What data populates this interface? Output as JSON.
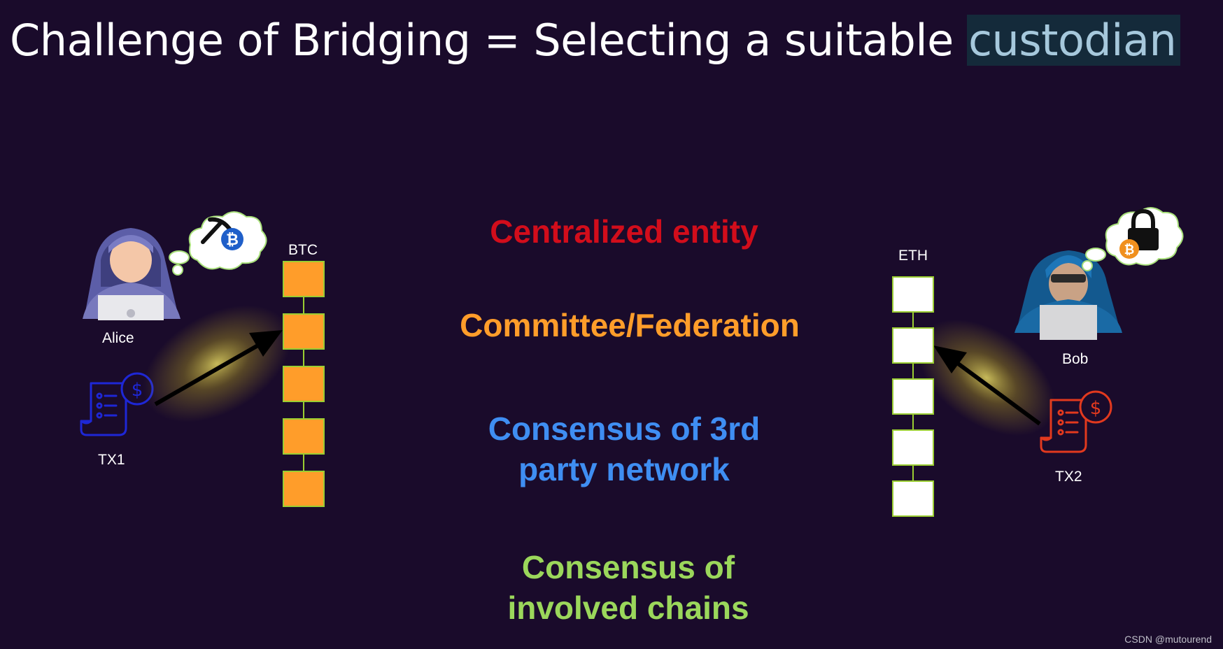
{
  "title": {
    "main": "Challenge of Bridging = Selecting a suitable ",
    "highlight": "custodian"
  },
  "left": {
    "person": "Alice",
    "tx": "TX1",
    "chain": "BTC",
    "block_color": "#ff9d2a",
    "tx_color": "#1e27d6"
  },
  "right": {
    "person": "Bob",
    "tx": "TX2",
    "chain": "ETH",
    "block_color": "#ffffff",
    "tx_color": "#e2391e"
  },
  "options": [
    {
      "text": "Centralized entity",
      "color": "#d20d1b"
    },
    {
      "text": "Committee/Federation",
      "color": "#ff9d2a"
    },
    {
      "text": "Consensus of 3rd\nparty network",
      "color": "#3f8ef2"
    },
    {
      "text": "Consensus of\ninvolved chains",
      "color": "#9bd75b"
    }
  ],
  "footer": "CSDN @mutourend",
  "icons": {
    "alice_thought": "mining-pick-bitcoin-icon",
    "bob_thought": "lock-bitcoin-icon"
  }
}
